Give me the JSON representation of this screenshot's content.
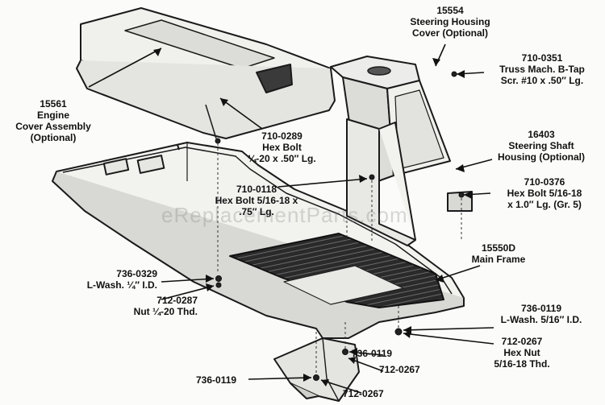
{
  "watermark": "eReplacementParts.com",
  "callouts": {
    "steering_cover": {
      "part": "15554",
      "lines": [
        "Steering Housing",
        "Cover (Optional)"
      ]
    },
    "truss_screw": {
      "part": "710-0351",
      "lines": [
        "Truss Mach. B-Tap",
        "Scr. #10 x .50″ Lg."
      ]
    },
    "engine_cover": {
      "part": "15561",
      "lines": [
        "Engine",
        "Cover Assembly",
        "(Optional)"
      ]
    },
    "hex_bolt_0289": {
      "part": "710-0289",
      "lines": [
        "Hex Bolt",
        "¼-20 x .50″ Lg."
      ]
    },
    "shaft_housing": {
      "part": "16403",
      "lines": [
        "Steering Shaft",
        "Housing (Optional)"
      ]
    },
    "hex_bolt_0118": {
      "part": "710-0118",
      "lines": [
        "Hex Bolt 5/16-18 x",
        ".75″ Lg."
      ]
    },
    "hex_bolt_0376": {
      "part": "710-0376",
      "lines": [
        "Hex Bolt 5/16-18",
        "x 1.0″ Lg. (Gr. 5)"
      ]
    },
    "main_frame": {
      "part": "15550D",
      "lines": [
        "Main Frame"
      ]
    },
    "lwash_0329": {
      "part": "736-0329",
      "text": "L-Wash. ¼″ I.D."
    },
    "nut_0287": {
      "part": "712-0287",
      "lines": [
        "Nut ¼-20 Thd."
      ]
    },
    "lwash_0119_right": {
      "part": "736-0119",
      "lines": [
        "L-Wash. 5/16″ I.D."
      ]
    },
    "hexnut_0267_right": {
      "part": "712-0267",
      "lines": [
        "Hex Nut",
        "5/16-18 Thd."
      ]
    },
    "lwash_0119_upper": {
      "part": "736-0119"
    },
    "nut_0267_upper": {
      "part": "712-0267"
    },
    "lwash_0119_lower": {
      "part": "736-0119"
    },
    "nut_0267_lower": {
      "part": "712-0267"
    }
  }
}
